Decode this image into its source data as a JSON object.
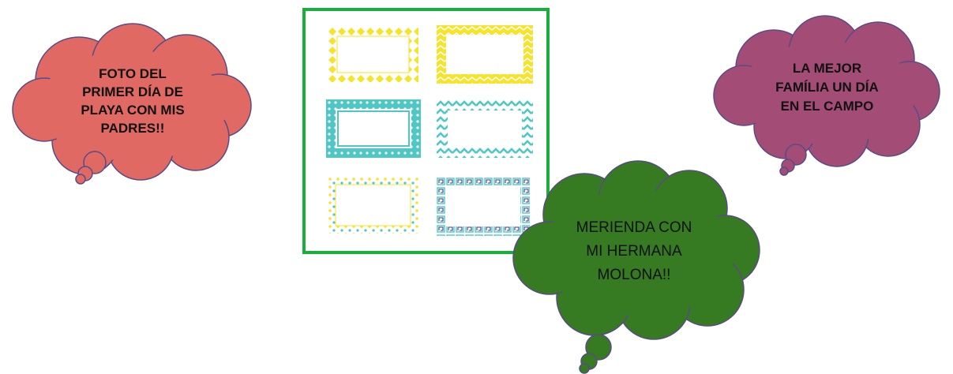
{
  "colors": {
    "coral": "#e06a63",
    "plum": "#a34d76",
    "green": "#367a22",
    "cloud_outline": "#5a4a86",
    "board_border": "#1aae3c",
    "yellow": "#f5e42a",
    "teal": "#4fc8c5"
  },
  "bubbles": {
    "left": {
      "lines": [
        "FOTO DEL",
        "PRIMER DÍA DE",
        "PLAYA CON MIS",
        "PADRES!!"
      ]
    },
    "right": {
      "lines": [
        "LA MEJOR",
        "FAMÍLIA UN DÍA",
        "EN EL CAMPO"
      ]
    },
    "center": {
      "lines": [
        "MERIENDA CON",
        "MI HERMANA",
        "MOLONA!!"
      ]
    }
  },
  "frames": [
    {
      "name": "yellow-diamond-frame",
      "style": "diamonds"
    },
    {
      "name": "yellow-chevron-frame",
      "style": "chevron"
    },
    {
      "name": "teal-dotted-frame",
      "style": "dots"
    },
    {
      "name": "teal-chevron-frame",
      "style": "chevron"
    },
    {
      "name": "yellow-teal-dots-frame",
      "style": "mixed-dots"
    },
    {
      "name": "greek-key-frame",
      "style": "greek-key"
    }
  ]
}
